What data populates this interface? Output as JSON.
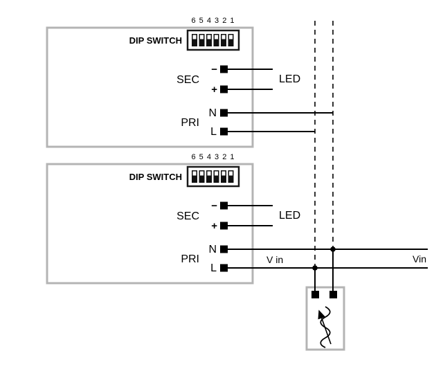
{
  "units": [
    {
      "dip_numbers": "6 5 4 3 2 1",
      "dip_switch_label": "DIP SWITCH",
      "sec_label": "SEC",
      "minus_label": "−",
      "plus_label": "+",
      "led_label": "LED",
      "pri_label": "PRI",
      "n_label": "N",
      "l_label": "L"
    },
    {
      "dip_numbers": "6 5 4 3 2 1",
      "dip_switch_label": "DIP SWITCH",
      "sec_label": "SEC",
      "minus_label": "−",
      "plus_label": "+",
      "led_label": "LED",
      "pri_label": "PRI",
      "n_label": "N",
      "l_label": "L"
    }
  ],
  "wiring": {
    "v_in_label": "V in",
    "vin_label": "Vin"
  },
  "colors": {
    "box_border": "#b4b4b4",
    "line": "#000000"
  }
}
